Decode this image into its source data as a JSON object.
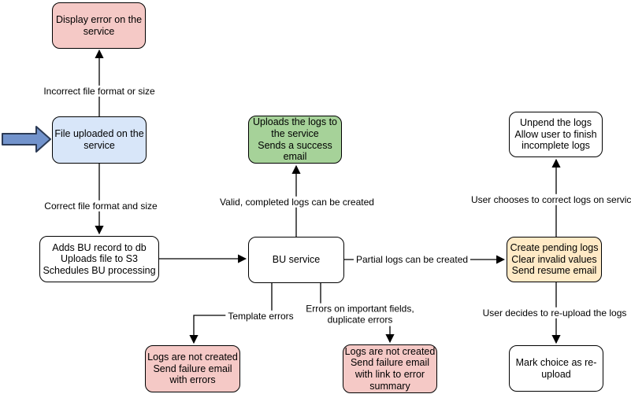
{
  "colors": {
    "node_pink": "#f5c9c6",
    "node_blue": "#d8e6f9",
    "node_green": "#a6d299",
    "node_yellow": "#ffeac6",
    "node_white": "#ffffff",
    "stroke": "#000000",
    "entry_arrow_fill": "#7293cc"
  },
  "nodes": {
    "display_error": {
      "lines": [
        "Display error on the",
        "service"
      ]
    },
    "file_uploaded": {
      "lines": [
        "File uploaded on the",
        "service"
      ]
    },
    "adds_bu": {
      "lines": [
        "Adds BU record to db",
        "Uploads file to S3",
        "Schedules BU processing"
      ]
    },
    "bu_service": {
      "lines": [
        "BU service"
      ]
    },
    "uploads_logs": {
      "lines": [
        "Uploads the logs to",
        "the service",
        "Sends a success",
        "email"
      ]
    },
    "unpend": {
      "lines": [
        "Unpend the logs",
        "Allow user to finish",
        "incomplete logs"
      ]
    },
    "create_pending": {
      "lines": [
        "Create pending logs",
        "Clear invalid values",
        "Send resume email"
      ]
    },
    "mark_choice": {
      "lines": [
        "Mark choice as re-",
        "upload"
      ]
    },
    "logs_not_created_errors": {
      "lines": [
        "Logs are not created",
        "Send failure email",
        "with errors"
      ]
    },
    "logs_not_created_summary": {
      "lines": [
        "Logs are not created",
        "Send failure email",
        "with link to error",
        "summary"
      ]
    }
  },
  "edge_labels": {
    "incorrect_format": "Incorrect file format or size",
    "correct_format": "Correct file format and size",
    "valid_logs": "Valid, completed logs can be created",
    "partial_logs": "Partial logs can be created",
    "template_errors": "Template errors",
    "important_errors_line1": "Errors on important fields,",
    "important_errors_line2": "duplicate errors",
    "choose_correct": "User chooses to correct logs on service",
    "reupload": "User decides to re-upload the logs"
  }
}
